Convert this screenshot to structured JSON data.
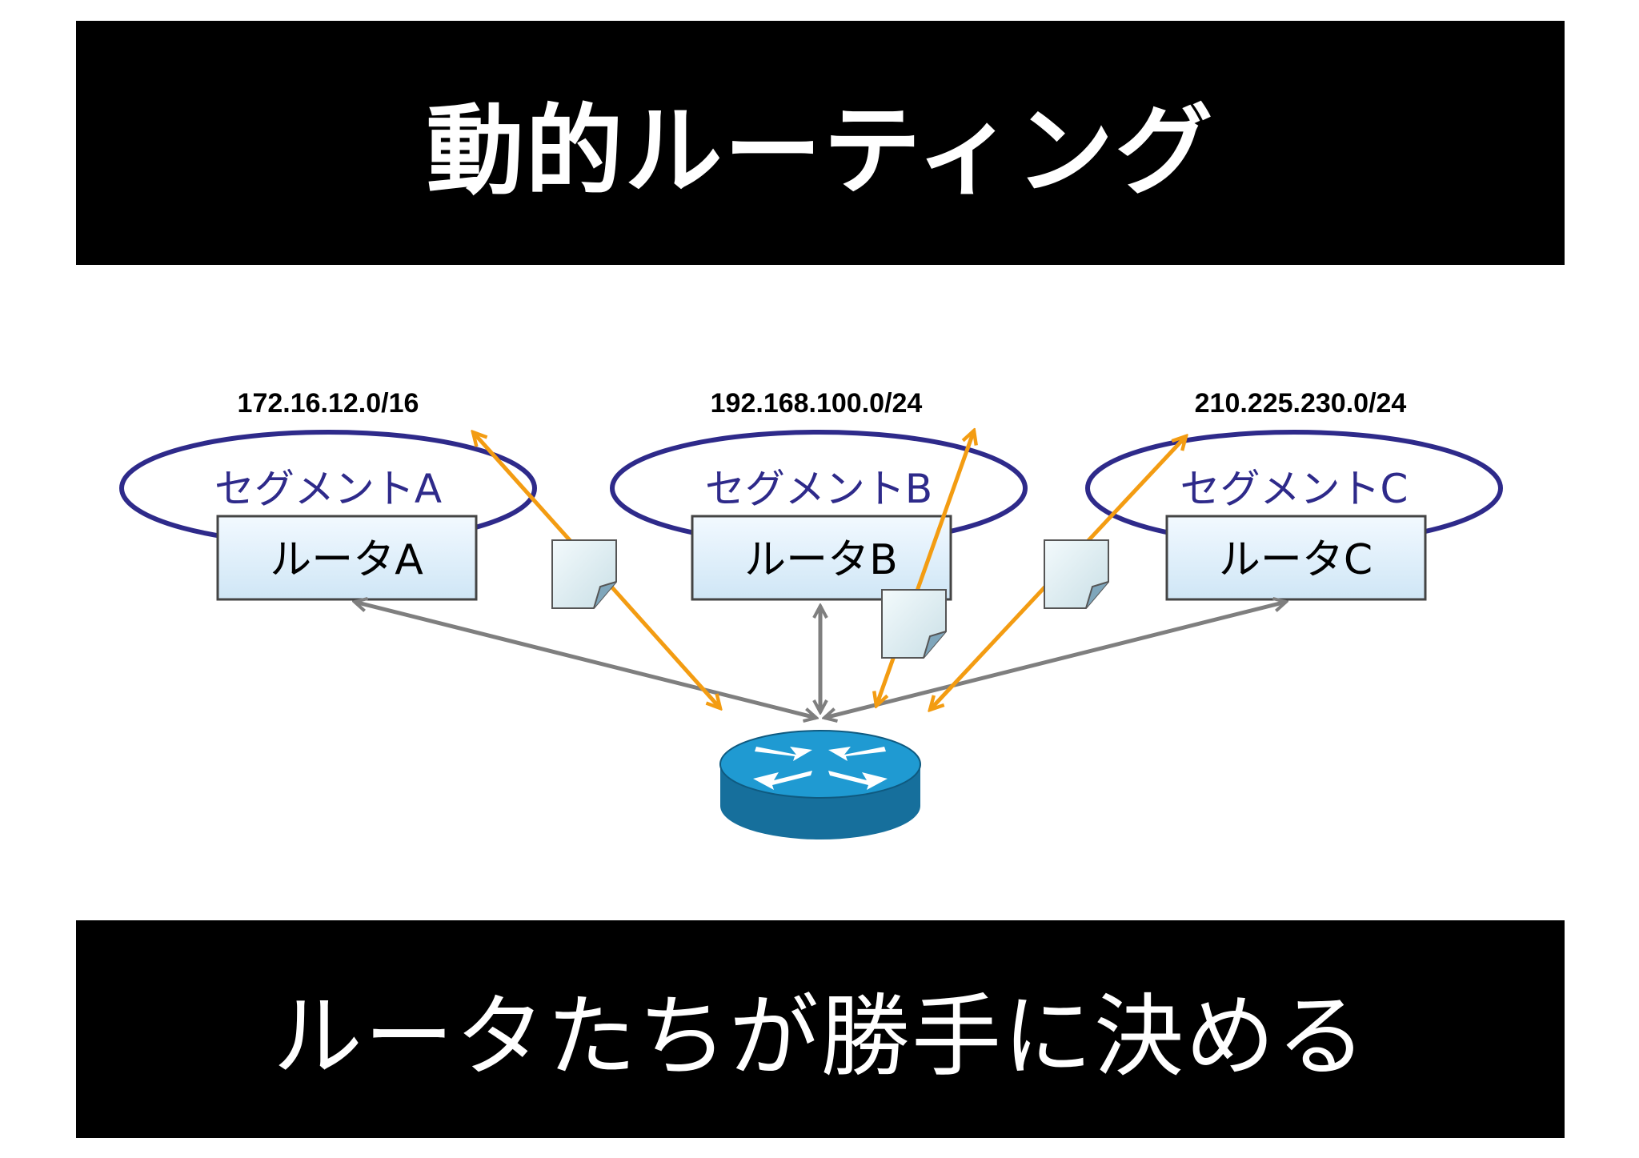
{
  "title": "動的ルーティング",
  "footer": "ルータたちが勝手に決める",
  "segments": [
    {
      "id": "a",
      "subnet": "172.16.12.0/16",
      "segment_label": "セグメントA",
      "router_label": "ルータA"
    },
    {
      "id": "b",
      "subnet": "192.168.100.0/24",
      "segment_label": "セグメントB",
      "router_label": "ルータB"
    },
    {
      "id": "c",
      "subnet": "210.225.230.0/24",
      "segment_label": "セグメントC",
      "router_label": "ルータC"
    }
  ],
  "colors": {
    "banner": "#000000",
    "banner_text": "#ffffff",
    "segment_outline": "#2e2a8a",
    "segment_text": "#2e2a8a",
    "router_box_fill": "#e3f1fb",
    "router_box_border": "#444444",
    "gray_arrow": "#7f7f7f",
    "orange_arrow": "#f39c12",
    "router_icon": "#1b8fc4"
  },
  "icons": {
    "central_router": "router-icon",
    "update_packet": "document-icon"
  }
}
